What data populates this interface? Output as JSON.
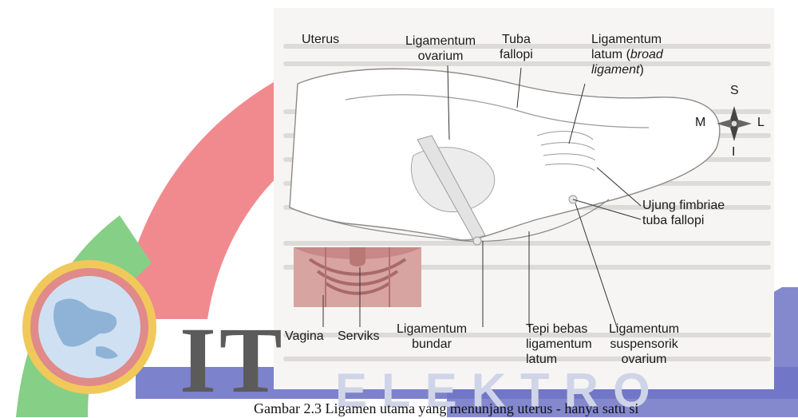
{
  "logo": {
    "text": "IT",
    "text_faint": "ELEKTRO"
  },
  "figure": {
    "labels": {
      "uterus": "Uterus",
      "ligamentum_ovarium": [
        "Ligamentum",
        "ovarium"
      ],
      "tuba_fallopi": [
        "Tuba",
        "fallopi"
      ],
      "ligamentum_latum": [
        "Ligamentum",
        "latum (",
        "broad",
        "ligament",
        ")"
      ],
      "ujung_fimbriae": [
        "Ujung fimbriae",
        "tuba fallopi"
      ],
      "vagina": "Vagina",
      "serviks": "Serviks",
      "ligamentum_bundar": [
        "Ligamentum",
        "bundar"
      ],
      "tepi_bebas": [
        "Tepi bebas",
        "ligamentum",
        "latum"
      ],
      "ligamentum_suspensorik": [
        "Ligamentum",
        "suspensorik",
        "ovarium"
      ]
    },
    "compass": {
      "north": "S",
      "west": "M",
      "east": "L",
      "south": "I"
    }
  },
  "caption": "Gambar 2.3 Ligamen utama yang menunjang uterus - hanya satu si",
  "colors": {
    "arc_red": "#f08a8e",
    "arc_blue": "#6f74c6",
    "arc_green": "#86cf86",
    "globe_ring": "#e8b4b0",
    "globe_fill": "#cfe0f2"
  }
}
